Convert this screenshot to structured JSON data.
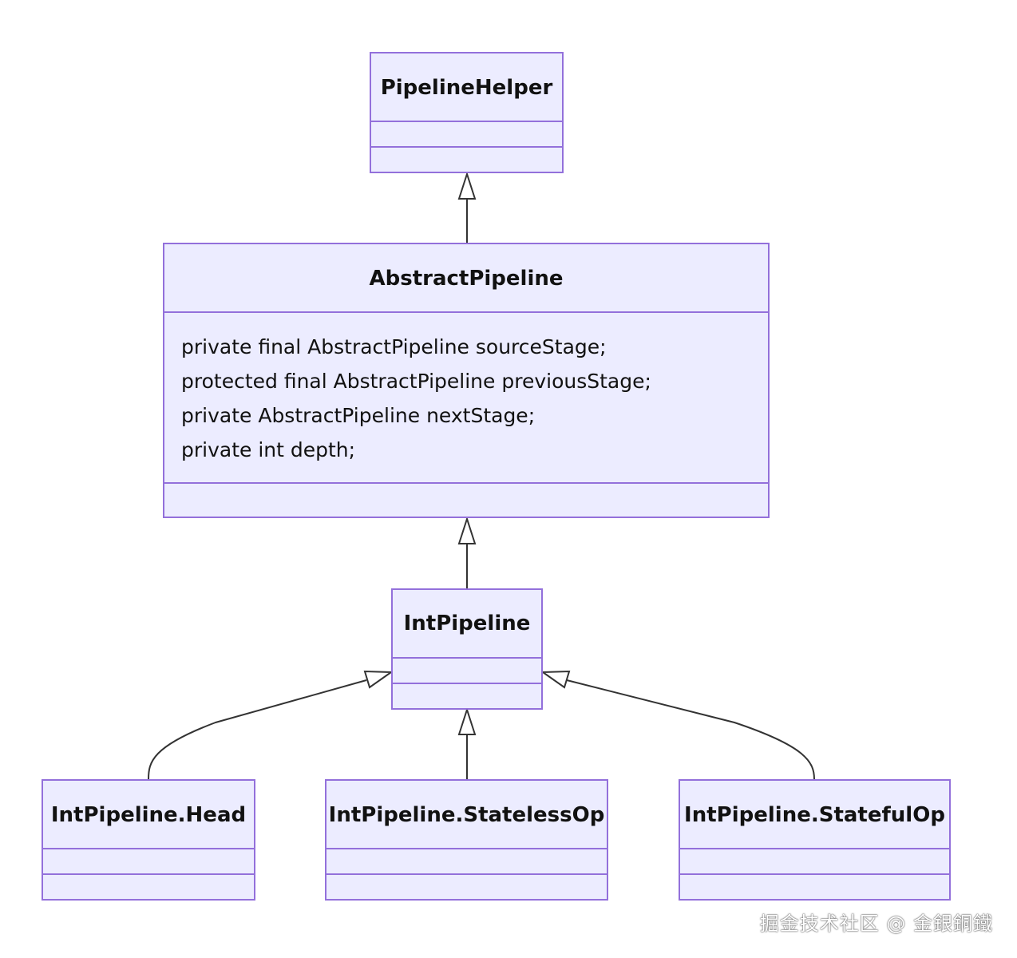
{
  "diagram": {
    "classes": {
      "pipeline_helper": {
        "name": "PipelineHelper"
      },
      "abstract_pipeline": {
        "name": "AbstractPipeline",
        "attributes": [
          "private final AbstractPipeline sourceStage;",
          "protected final AbstractPipeline previousStage;",
          "private AbstractPipeline nextStage;",
          "private int depth;"
        ]
      },
      "int_pipeline": {
        "name": "IntPipeline"
      },
      "head": {
        "name": "IntPipeline.Head"
      },
      "stateless_op": {
        "name": "IntPipeline.StatelessOp"
      },
      "stateful_op": {
        "name": "IntPipeline.StatefulOp"
      }
    },
    "relations": [
      {
        "from": "AbstractPipeline",
        "to": "PipelineHelper",
        "type": "inheritance"
      },
      {
        "from": "IntPipeline",
        "to": "AbstractPipeline",
        "type": "inheritance"
      },
      {
        "from": "IntPipeline.Head",
        "to": "IntPipeline",
        "type": "inheritance"
      },
      {
        "from": "IntPipeline.StatelessOp",
        "to": "IntPipeline",
        "type": "inheritance"
      },
      {
        "from": "IntPipeline.StatefulOp",
        "to": "IntPipeline",
        "type": "inheritance"
      }
    ],
    "colors": {
      "box_fill": "#ECECFF",
      "box_stroke": "#9370DB",
      "edge": "#333333"
    }
  },
  "watermark": {
    "text": "掘金技术社区 @ 金銀銅鐵"
  }
}
